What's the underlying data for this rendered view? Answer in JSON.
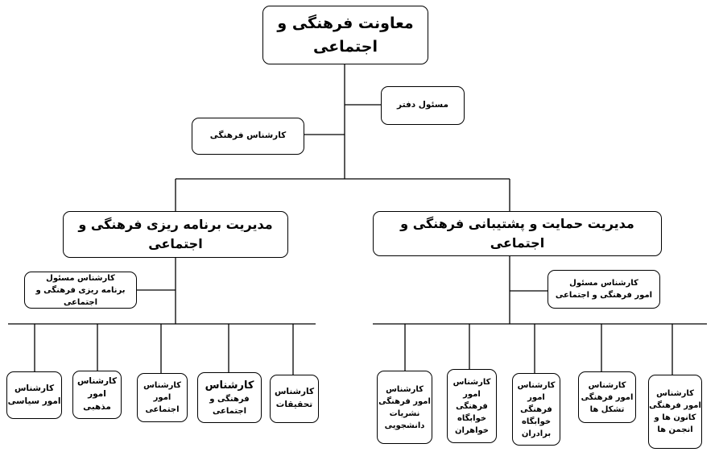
{
  "top": "معاونت فرهنگی و اجتماعی",
  "office_head": "مسئول دفتر",
  "cultural_expert": "کارشناس فرهنگی",
  "left_manager": {
    "title": "مدیریت برنامه ریزی فرهنگی و اجتماعی",
    "sub": [
      "کارشناس مسئول",
      "برنامه ریزی فرهنگی و اجتماعی"
    ],
    "children": [
      [
        "کارشناس",
        "امور سیاسی"
      ],
      [
        "کارشناس",
        "امور مذهبی"
      ],
      [
        "کارشناس",
        "امور اجتماعی"
      ],
      [
        "کارشناس",
        "فرهنگی و اجتماعی"
      ],
      [
        "کارشناس",
        "تحقیقات"
      ]
    ]
  },
  "right_manager": {
    "title": "مدیریت حمایت و پشتیبانی فرهنگی و اجتماعی",
    "sub": [
      "کارشناس مسئول",
      "امور فرهنگی و اجتماعی"
    ],
    "children": [
      [
        "کارشناس",
        "امور فرهنگی",
        "نشریات",
        "دانشجویی"
      ],
      [
        "کارشناس",
        "امور فرهنگی",
        "خوابگاه",
        "خواهران"
      ],
      [
        "کارشناس",
        "امور فرهنگی",
        "خوابگاه",
        "برادران"
      ],
      [
        "کارشناس",
        "امور فرهنگی",
        "تشکل ها"
      ],
      [
        "کارشناس",
        "امور فرهنگی",
        "کانون ها و",
        "انجمن ها"
      ]
    ]
  }
}
